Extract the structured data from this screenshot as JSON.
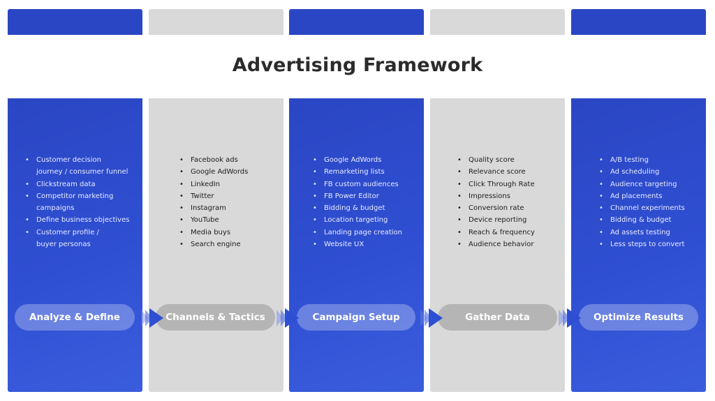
{
  "title": "Advertising Framework",
  "colors": {
    "blue": "#2f4fd2",
    "gray": "#d9d9d9",
    "pill_gray": "#b5b5b5",
    "title": "#2b2b2b"
  },
  "columns": [
    {
      "theme": "blue",
      "pill": "Analyze & Define",
      "items": [
        "Customer decision",
        "journey   / consumer funnel",
        "Clickstream data",
        "Competitor marketing",
        "campaigns",
        "Define business objectives",
        "Customer profile /",
        "buyer personas"
      ]
    },
    {
      "theme": "gray",
      "pill": "Channels & Tactics",
      "items": [
        "Facebook ads",
        "Google AdWords",
        "LinkedIn",
        "Twitter",
        "Instagram",
        "YouTube",
        "Media buys",
        "Search engine"
      ]
    },
    {
      "theme": "blue",
      "pill": "Campaign Setup",
      "items": [
        "Google AdWords",
        "Remarketing lists",
        "FB custom audiences",
        "FB Power Editor",
        "Bidding & budget",
        "Location targeting",
        "Landing page creation",
        "Website UX"
      ]
    },
    {
      "theme": "gray",
      "pill": "Gather Data",
      "items": [
        "Quality score",
        "Relevance score",
        "Click Through Rate",
        "Impressions",
        "Conversion rate",
        "Device reporting",
        "Reach & frequency",
        "Audience behavior"
      ]
    },
    {
      "theme": "blue",
      "pill": "Optimize Results",
      "items": [
        "A/B testing",
        "Ad scheduling",
        "Audience targeting",
        "Ad placements",
        "Channel experiments",
        "Bidding & budget",
        "Ad assets testing",
        "Less steps to convert"
      ]
    }
  ]
}
